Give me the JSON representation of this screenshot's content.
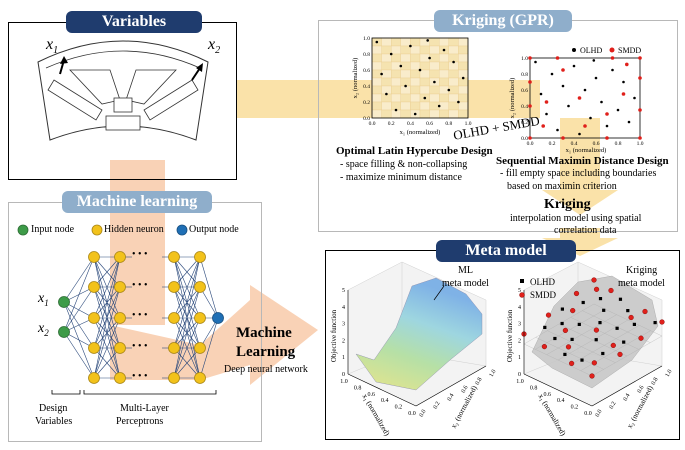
{
  "panels": {
    "variables": {
      "title": "Variables",
      "x1": "x",
      "x1_sub": "1",
      "x2": "x",
      "x2_sub": "2"
    },
    "kriging_gpr": {
      "title": "Kriging (GPR)"
    },
    "machine_learning": {
      "title": "Machine learning"
    },
    "meta_model": {
      "title": "Meta model"
    }
  },
  "legend_nn": {
    "input": "Input node",
    "hidden": "Hidden neuron",
    "output": "Output node"
  },
  "nn_inputs": {
    "x1": "x",
    "x1_sub": "1",
    "x2": "x",
    "x2_sub": "2"
  },
  "nn_dots": [
    "• • •",
    "• • •",
    "• • •",
    "• • •",
    "• • •"
  ],
  "nn_labels": {
    "design": "Design",
    "variables": "Variables",
    "mlp1": "Multi-Layer",
    "mlp2": "Perceptrons"
  },
  "ml_arrow": {
    "line1": "Machine",
    "line2": "Learning",
    "sub": "Deep neural network"
  },
  "olhd_plot": {
    "ylabel": "x₂ (normalized)",
    "xlabel": "x₁ (normalized)"
  },
  "smdd_plot": {
    "ylabel": "x₂ (normalized)",
    "xlabel": "x₁ (normalized)",
    "legend_olhd": "OLHD",
    "legend_smdd": "SMDD"
  },
  "olhd_smdd_label": "OLHD + SMDD",
  "olhd_desc": {
    "title": "Optimal Latin Hypercube Design",
    "b1": "- space filling & non-collapsing",
    "b2": "- maximize minimum distance"
  },
  "smdd_desc": {
    "title": "Sequential Maximin Distance Design",
    "b1": "- fill empty space including boundaries",
    "b2": "based on maximin criterion"
  },
  "kriging_desc": {
    "title": "Kriging",
    "l1": "interpolation model using spatial",
    "l2": "correlation data"
  },
  "ml_meta": {
    "label1": "ML",
    "label2": "meta model",
    "zlabel": "Objective function",
    "xlabel": "x₁ (normalized)",
    "ylabel": "x₂ (normalized)"
  },
  "kriging_meta": {
    "label1": "Kriging",
    "label2": "meta model",
    "legend_olhd": "OLHD",
    "legend_smdd": "SMDD",
    "zlabel": "Objective function",
    "xlabel": "x₁ (normalized)",
    "ylabel": "x₂ (normalized)"
  },
  "colors": {
    "header_blue": "#1f3c6e",
    "header_lightblue": "#8faecb",
    "arrow_yellow": "#f9dd9a",
    "arrow_peach": "#f8caa9",
    "node_green": "#3d9b48",
    "node_yellow": "#f2c21b",
    "node_blue": "#1f6fb5",
    "smdd_red": "#e0201b"
  },
  "chart_data": [
    {
      "type": "scatter",
      "series": [
        {
          "values": [
            [
              0.05,
              0.95
            ],
            [
              0.1,
              0.55
            ],
            [
              0.15,
              0.3
            ],
            [
              0.2,
              0.8
            ],
            [
              0.25,
              0.1
            ],
            [
              0.3,
              0.65
            ],
            [
              0.35,
              0.4
            ],
            [
              0.4,
              0.9
            ],
            [
              0.45,
              0.05
            ],
            [
              0.5,
              0.6
            ],
            [
              0.55,
              0.25
            ],
            [
              0.6,
              0.75
            ],
            [
              0.65,
              0.45
            ],
            [
              0.7,
              0.15
            ],
            [
              0.75,
              0.85
            ],
            [
              0.8,
              0.35
            ],
            [
              0.85,
              0.7
            ],
            [
              0.9,
              0.2
            ],
            [
              0.95,
              0.5
            ],
            [
              0.58,
              0.97
            ]
          ]
        }
      ],
      "xlabel": "x₁ (normalized)",
      "ylabel": "x₂ (normalized)",
      "xlim": [
        0,
        1
      ],
      "ylim": [
        0,
        1
      ],
      "xticks": [
        "0.0",
        "0.2",
        "0.4",
        "0.6",
        "0.8",
        "1.0"
      ],
      "yticks": [
        "0.0",
        "0.2",
        "0.4",
        "0.6",
        "0.8",
        "1.0"
      ],
      "grid": true
    },
    {
      "type": "scatter",
      "series": [
        {
          "name": "OLHD",
          "values": [
            [
              0.05,
              0.95
            ],
            [
              0.1,
              0.55
            ],
            [
              0.15,
              0.3
            ],
            [
              0.2,
              0.8
            ],
            [
              0.25,
              0.1
            ],
            [
              0.3,
              0.65
            ],
            [
              0.35,
              0.4
            ],
            [
              0.4,
              0.9
            ],
            [
              0.45,
              0.05
            ],
            [
              0.5,
              0.6
            ],
            [
              0.55,
              0.25
            ],
            [
              0.6,
              0.75
            ],
            [
              0.65,
              0.45
            ],
            [
              0.7,
              0.15
            ],
            [
              0.75,
              0.85
            ],
            [
              0.8,
              0.35
            ],
            [
              0.85,
              0.7
            ],
            [
              0.9,
              0.2
            ],
            [
              0.95,
              0.5
            ],
            [
              0.58,
              0.97
            ]
          ]
        },
        {
          "name": "SMDD",
          "values": [
            [
              0.0,
              0.0
            ],
            [
              0.0,
              1.0
            ],
            [
              1.0,
              0.0
            ],
            [
              1.0,
              1.0
            ],
            [
              0.0,
              0.4
            ],
            [
              0.0,
              0.7
            ],
            [
              1.0,
              0.35
            ],
            [
              1.0,
              0.75
            ],
            [
              0.3,
              0.0
            ],
            [
              0.7,
              0.0
            ],
            [
              0.25,
              1.0
            ],
            [
              0.75,
              1.0
            ],
            [
              0.12,
              0.15
            ],
            [
              0.45,
              0.5
            ],
            [
              0.85,
              0.55
            ],
            [
              0.3,
              0.85
            ],
            [
              0.7,
              0.3
            ],
            [
              0.5,
              0.15
            ],
            [
              0.15,
              0.45
            ],
            [
              0.88,
              0.92
            ]
          ]
        }
      ],
      "xlabel": "x₁ (normalized)",
      "ylabel": "x₂ (normalized)",
      "xlim": [
        0,
        1
      ],
      "ylim": [
        0,
        1
      ],
      "xticks": [
        "0.0",
        "0.2",
        "0.4",
        "0.6",
        "0.8",
        "1.0"
      ],
      "yticks": [
        "0.0",
        "0.2",
        "0.4",
        "0.6",
        "0.8",
        "1.0"
      ],
      "legend": "top-right"
    },
    {
      "type": "surface",
      "xlabel": "x₁ (normalized)",
      "ylabel": "x₂ (normalized)",
      "zlabel": "Objective function",
      "xticks": [
        "0.0",
        "0.2",
        "0.4",
        "0.6",
        "0.8",
        "1.0"
      ],
      "yticks": [
        "0.0",
        "0.2",
        "0.4",
        "0.6",
        "0.8",
        "1.0"
      ],
      "zticks": [
        "0",
        "1",
        "2",
        "3",
        "4",
        "5"
      ]
    },
    {
      "type": "surface",
      "xlabel": "x₁ (normalized)",
      "ylabel": "x₂ (normalized)",
      "zlabel": "Objective function",
      "xticks": [
        "0.0",
        "0.2",
        "0.4",
        "0.6",
        "0.8",
        "1.0"
      ],
      "yticks": [
        "0.0",
        "0.2",
        "0.4",
        "0.6",
        "0.8",
        "1.0"
      ],
      "zticks": [
        "0",
        "1",
        "2",
        "3",
        "4",
        "5"
      ],
      "legend": [
        "OLHD",
        "SMDD"
      ]
    }
  ]
}
